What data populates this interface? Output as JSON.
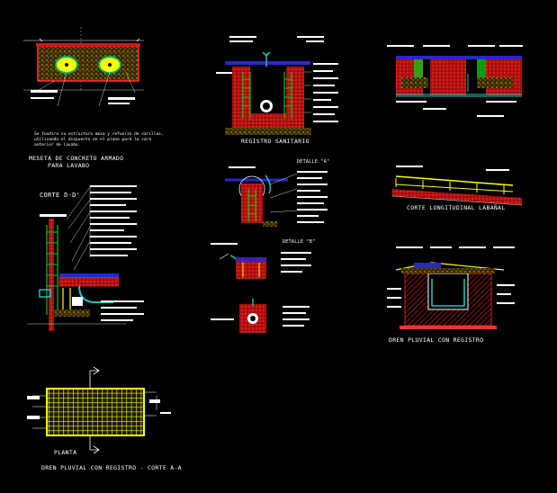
{
  "background": "#000000",
  "colors": {
    "concrete": "#cc1414",
    "gravel": "#8a6a10",
    "rebar": "#ffff00",
    "pipe": "#1fbfbf",
    "ladder": "#16c016",
    "slab": "#2828c8",
    "lines": "#ffffff"
  },
  "titles": {
    "meseta": "MESETA DE CONCRETO ARMADO",
    "para_lavabo": "PARA LAVABO",
    "corte_dd": "CORTE D-D'",
    "registro": "REGISTRO SANITARIO",
    "detalle_a": "DETALLE \"A\"",
    "detalle_b": "DETALLE \"B\"",
    "corte_longitudinal": "CORTE LONGITUDINAL LABAÑAL",
    "dren_pluvial": "DREN PLUVIAL CON REGISTRO",
    "planta": "PLANTA",
    "dren_corte": "DREN PLUVIAL CON REGISTRO  -  CORTE A-A"
  },
  "notes": {
    "meseta_line1": "Se fundira su estructura meza y refuerzo de varillas,",
    "meseta_line2": "utilizando el dispuesto en el plano para la cara",
    "meseta_line3": "anterior de lavabo."
  }
}
